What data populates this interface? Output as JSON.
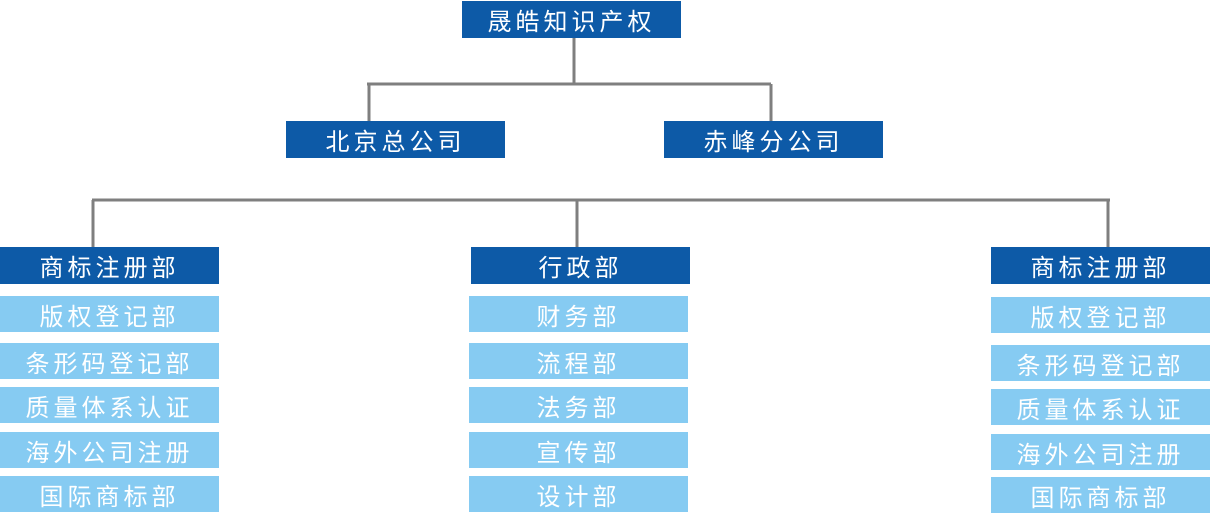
{
  "colors": {
    "dark_box": "#0d5aa7",
    "light_box": "#86cbf2",
    "box_text": "#ffffff",
    "connector": "#7f7f7f"
  },
  "root": "晟皓知识产权",
  "level2": [
    "北京总公司",
    "赤峰分公司"
  ],
  "columns": [
    {
      "head": "商标注册部",
      "items": [
        "版权登记部",
        "条形码登记部",
        "质量体系认证",
        "海外公司注册",
        "国际商标部"
      ]
    },
    {
      "head": "行政部",
      "items": [
        "财务部",
        "流程部",
        "法务部",
        "宣传部",
        "设计部"
      ]
    },
    {
      "head": "商标注册部",
      "items": [
        "版权登记部",
        "条形码登记部",
        "质量体系认证",
        "海外公司注册",
        "国际商标部"
      ]
    }
  ]
}
